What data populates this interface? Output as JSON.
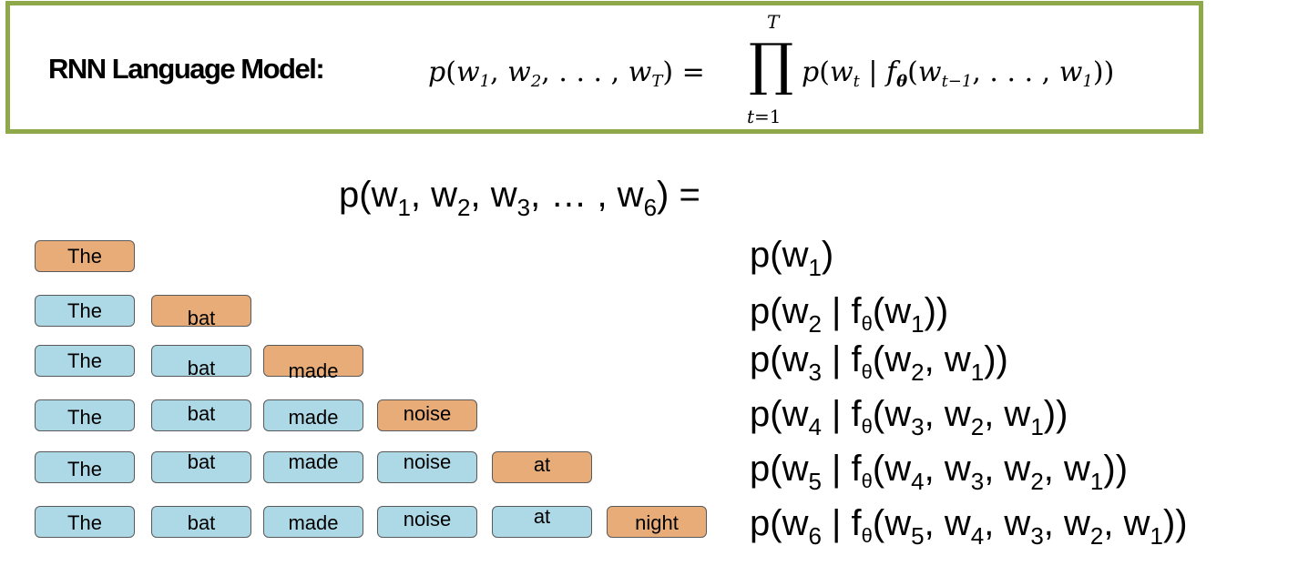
{
  "header": {
    "label": "RNN Language Model:"
  },
  "joint": "p(w1, w2, w3, … , w6) =",
  "rows": [
    {
      "tokens": [
        "The"
      ],
      "term": "p(w1)"
    },
    {
      "tokens": [
        "The",
        "bat"
      ],
      "term": "p(w2 | fθ(w1))"
    },
    {
      "tokens": [
        "The",
        "bat",
        "made"
      ],
      "term": "p(w3 | fθ(w2, w1))"
    },
    {
      "tokens": [
        "The",
        "bat",
        "made",
        "noise"
      ],
      "term": "p(w4 | fθ(w3, w2, w1))"
    },
    {
      "tokens": [
        "The",
        "bat",
        "made",
        "noise",
        "at"
      ],
      "term": "p(w5 | fθ(w4, w3, w2, w1))"
    },
    {
      "tokens": [
        "The",
        "bat",
        "made",
        "noise",
        "at",
        "night"
      ],
      "term": "p(w6 | fθ(w5, w4, w3, w2, w1))"
    }
  ],
  "colors": {
    "box_border": "#8fa94a",
    "context_token": "#add8e6",
    "target_token": "#e8ac79"
  }
}
